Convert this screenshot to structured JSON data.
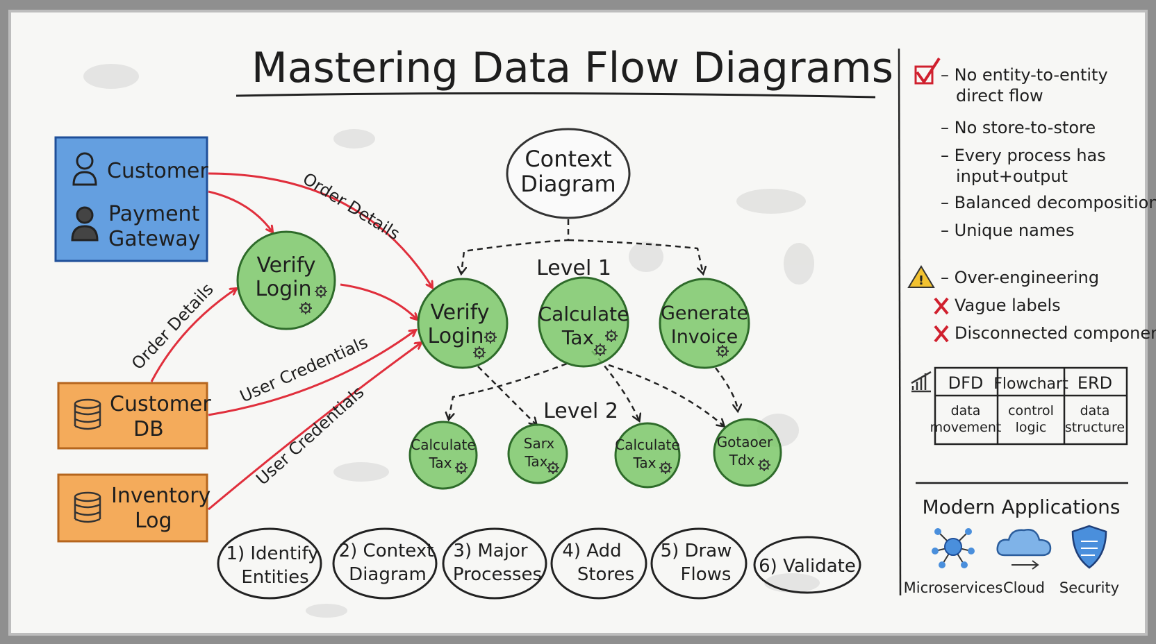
{
  "title": "Mastering Data Flow Diagrams",
  "colors": {
    "entity_blue": "#4a8fdc",
    "entity_orange": "#f3a24a",
    "process_green": "#7cc86a",
    "flow_red": "#e02f3c",
    "ink": "#1e1e1e",
    "warn_yellow": "#f2c230"
  },
  "entities": {
    "customer": "Customer",
    "payment_gateway": [
      "Payment",
      "Gateway"
    ],
    "customer_db": [
      "Customer",
      "DB"
    ],
    "inventory_log": [
      "Inventory",
      "Log"
    ]
  },
  "flows": {
    "order_details_top": "Order Details",
    "order_details_left": "Order Details",
    "user_credentials_1": "User Credentials",
    "user_credentials_2": "User Credentials"
  },
  "processes": {
    "left_verify_login": [
      "Verify",
      "Login"
    ],
    "context": [
      "Context",
      "Diagram"
    ],
    "level1_label": "Level 1",
    "level1": [
      [
        "Verify",
        "Login"
      ],
      [
        "Calculate",
        "Tax"
      ],
      [
        "Generate",
        "Invoice"
      ]
    ],
    "level2_label": "Level 2",
    "level2": [
      [
        "Calculate",
        "Tax"
      ],
      [
        "Sarx",
        "Tax"
      ],
      [
        "Calculate",
        "Tax"
      ],
      [
        "Gotaoer",
        "Tdx"
      ]
    ]
  },
  "steps": [
    [
      "1) Identify",
      "Entities"
    ],
    [
      "2) Context",
      "Diagram"
    ],
    [
      "3) Major",
      "Processes"
    ],
    [
      "4) Add",
      "Stores"
    ],
    [
      "5) Draw",
      "Flows"
    ],
    [
      "6) Validate"
    ]
  ],
  "rules": {
    "good": [
      [
        "– No entity-to-entity",
        "direct flow"
      ],
      [
        "– No store-to-store"
      ],
      [
        "– Every process has",
        "input+output"
      ],
      [
        "– Balanced decomposition"
      ],
      [
        "– Unique names"
      ]
    ],
    "warning": "– Over-engineering",
    "bad": [
      "Vague labels",
      "Disconnected components"
    ]
  },
  "comparison_table": {
    "headers": [
      "DFD",
      "Flowchart",
      "ERD"
    ],
    "rows": [
      [
        [
          "data",
          "movement"
        ],
        [
          "control",
          "logic"
        ],
        [
          "data",
          "structure"
        ]
      ]
    ]
  },
  "modern_applications": {
    "title": "Modern Applications",
    "items": [
      {
        "label": "Microservices",
        "icon": "network-icon"
      },
      {
        "label": "Cloud",
        "icon": "cloud-icon"
      },
      {
        "label": "Security",
        "icon": "shield-icon"
      }
    ]
  }
}
